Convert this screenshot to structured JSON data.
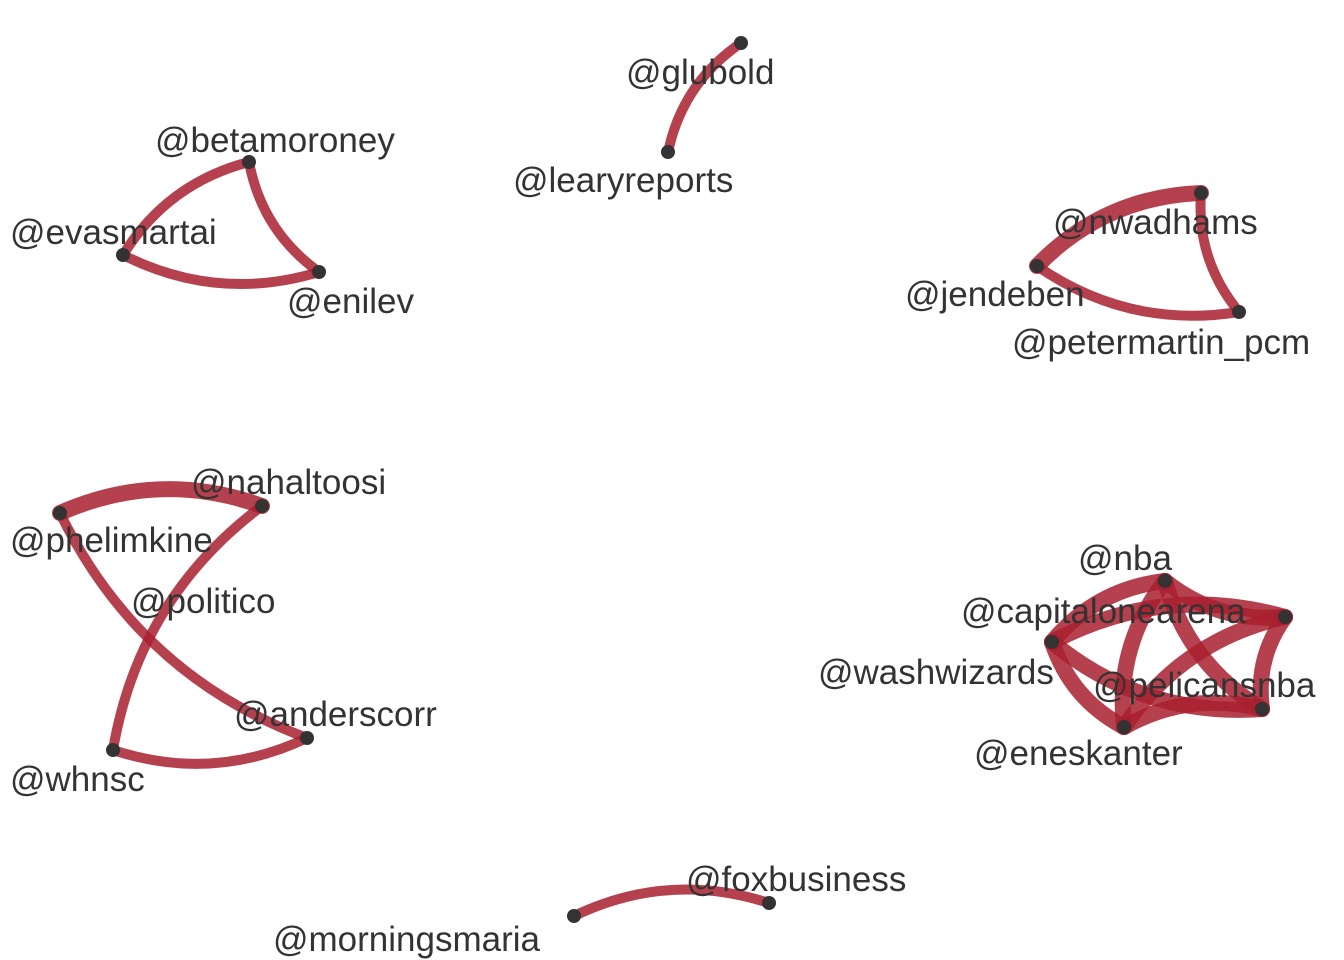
{
  "style": {
    "edge_color": "#a8202f",
    "node_color": "#333333",
    "label_color": "#333333",
    "background": "#ffffff"
  },
  "graph": {
    "nodes": [
      {
        "id": "glubold",
        "label": "@glubold"
      },
      {
        "id": "learyreports",
        "label": "@learyreports"
      },
      {
        "id": "betamoroney",
        "label": "@betamoroney"
      },
      {
        "id": "evasmartai",
        "label": "@evasmartai"
      },
      {
        "id": "enilev",
        "label": "@enilev"
      },
      {
        "id": "nwadhams",
        "label": "@nwadhams"
      },
      {
        "id": "jendeben",
        "label": "@jendeben"
      },
      {
        "id": "petermartin_pcm",
        "label": "@petermartin_pcm"
      },
      {
        "id": "nahaltoosi",
        "label": "@nahaltoosi"
      },
      {
        "id": "phelimkine",
        "label": "@phelimkine"
      },
      {
        "id": "politico",
        "label": "@politico"
      },
      {
        "id": "anderscorr",
        "label": "@anderscorr"
      },
      {
        "id": "whnsc",
        "label": "@whnsc"
      },
      {
        "id": "nba",
        "label": "@nba"
      },
      {
        "id": "capitalonearena",
        "label": "@capitalonearena"
      },
      {
        "id": "washwizards",
        "label": "@washwizards"
      },
      {
        "id": "pelicansnba",
        "label": "@pelicansnba"
      },
      {
        "id": "eneskanter",
        "label": "@eneskanter"
      },
      {
        "id": "foxbusiness",
        "label": "@foxbusiness"
      },
      {
        "id": "morningsmaria",
        "label": "@morningsmaria"
      }
    ],
    "edges": [
      {
        "source": "glubold",
        "target": "learyreports",
        "weight": 1
      },
      {
        "source": "betamoroney",
        "target": "evasmartai",
        "weight": 1
      },
      {
        "source": "betamoroney",
        "target": "enilev",
        "weight": 1
      },
      {
        "source": "evasmartai",
        "target": "enilev",
        "weight": 1
      },
      {
        "source": "nwadhams",
        "target": "jendeben",
        "weight": 2
      },
      {
        "source": "nwadhams",
        "target": "petermartin_pcm",
        "weight": 1
      },
      {
        "source": "jendeben",
        "target": "petermartin_pcm",
        "weight": 1
      },
      {
        "source": "nahaltoosi",
        "target": "phelimkine",
        "weight": 2
      },
      {
        "source": "nahaltoosi",
        "target": "whnsc",
        "weight": 1
      },
      {
        "source": "phelimkine",
        "target": "anderscorr",
        "weight": 1
      },
      {
        "source": "whnsc",
        "target": "anderscorr",
        "weight": 1
      },
      {
        "source": "nba",
        "target": "capitalonearena",
        "weight": 2
      },
      {
        "source": "nba",
        "target": "washwizards",
        "weight": 2
      },
      {
        "source": "nba",
        "target": "pelicansnba",
        "weight": 2
      },
      {
        "source": "nba",
        "target": "eneskanter",
        "weight": 2
      },
      {
        "source": "capitalonearena",
        "target": "washwizards",
        "weight": 2
      },
      {
        "source": "capitalonearena",
        "target": "pelicansnba",
        "weight": 2
      },
      {
        "source": "capitalonearena",
        "target": "eneskanter",
        "weight": 2
      },
      {
        "source": "washwizards",
        "target": "pelicansnba",
        "weight": 2
      },
      {
        "source": "washwizards",
        "target": "eneskanter",
        "weight": 2
      },
      {
        "source": "pelicansnba",
        "target": "eneskanter",
        "weight": 2
      },
      {
        "source": "foxbusiness",
        "target": "morningsmaria",
        "weight": 1
      }
    ]
  }
}
